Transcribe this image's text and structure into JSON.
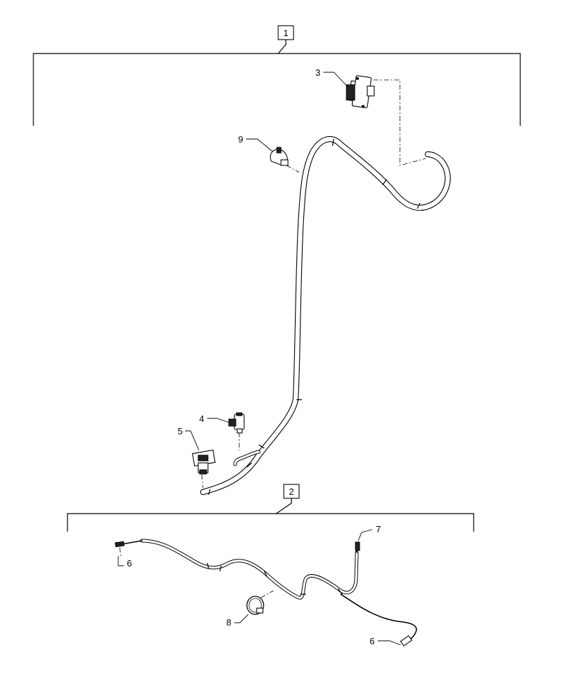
{
  "assemblies": [
    {
      "label": "1"
    },
    {
      "label": "2"
    }
  ],
  "callouts": {
    "c3": "3",
    "c4": "4",
    "c5": "5",
    "c6a": "6",
    "c6b": "6",
    "c7": "7",
    "c8": "8",
    "c9": "9"
  }
}
